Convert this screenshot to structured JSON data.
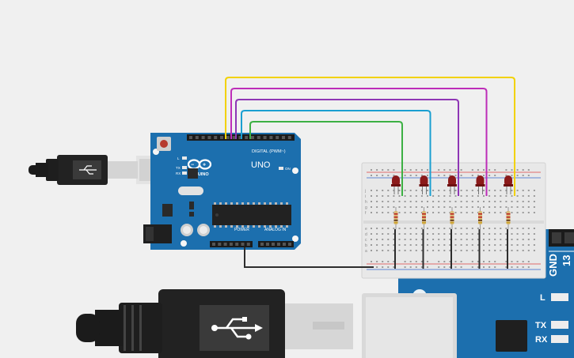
{
  "arduino": {
    "logo_text": "ARDUINO",
    "model": "UNO",
    "digital_label": "DIGITAL (PWM~)",
    "power_label": "POWER",
    "analog_label": "ANALOG IN",
    "led_l": "L",
    "led_tx": "TX",
    "led_rx": "RX",
    "led_on": "ON"
  },
  "zoomed_board": {
    "gnd_label": "GND",
    "pin_label": "13",
    "led_l": "L",
    "led_tx": "TX",
    "led_rx": "RX"
  },
  "breadboard": {
    "row_letters_top": [
      "j",
      "i",
      "h",
      "g",
      "f"
    ],
    "row_letters_bottom": [
      "e",
      "d",
      "c",
      "b",
      "a"
    ]
  },
  "circuit": {
    "led_count": 5,
    "led_color": "#8b1a1a",
    "wire_colors": [
      "#f2d200",
      "#bd2db8",
      "#8e35b5",
      "#1a9fd1",
      "#3cb043"
    ],
    "board_color": "#1c6fae",
    "breadboard_color": "#e8e8e8"
  }
}
